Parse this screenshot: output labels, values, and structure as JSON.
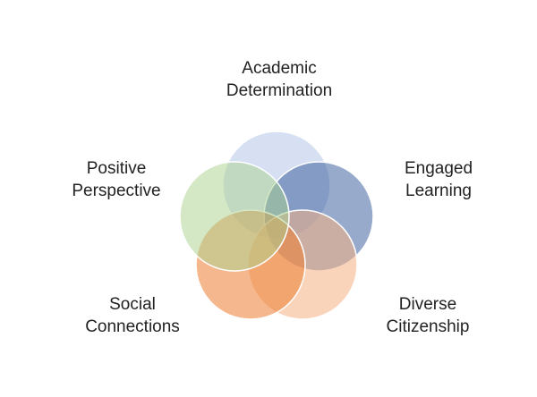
{
  "labels": {
    "academic": [
      "Academic",
      "Determination"
    ],
    "engaged": [
      "Engaged",
      "Learning"
    ],
    "positive": [
      "Positive",
      "Perspective"
    ],
    "social": [
      "Social",
      "Connections"
    ],
    "diverse": [
      "Diverse",
      "Citizenship"
    ]
  },
  "colors": {
    "academic": "#b4c7e7",
    "engaged": "#2f5597",
    "diverse": "#f4b183",
    "social": "#ed7d31",
    "positive": "#a9d18e"
  }
}
